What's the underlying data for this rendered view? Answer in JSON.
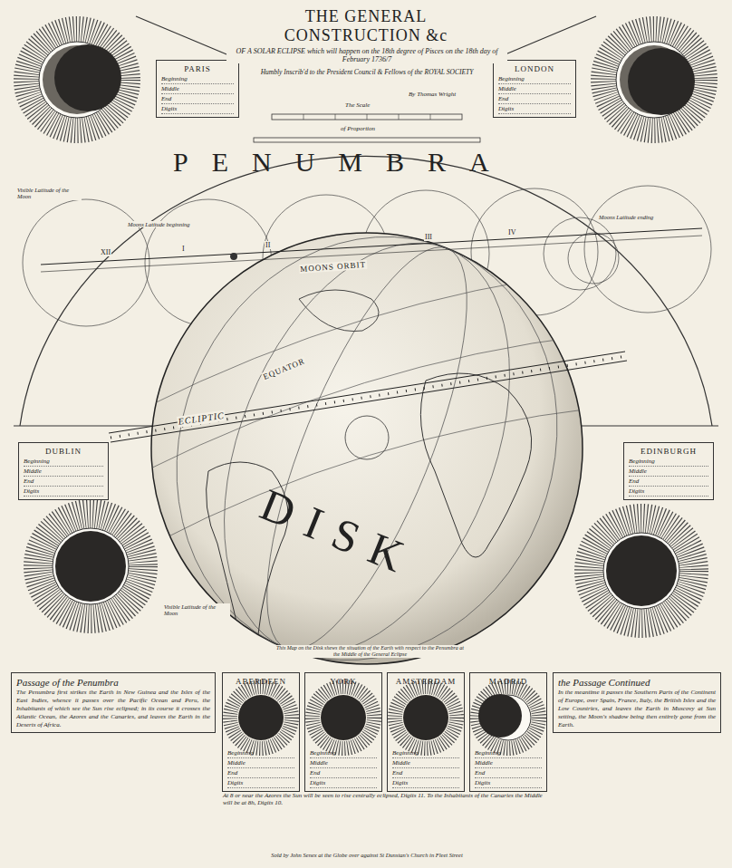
{
  "diagram": {
    "title": "THE GENERAL CONSTRUCTION &c",
    "nodes": [
      {
        "text": [
          "PARIS",
          "Beginning",
          "Middle",
          "End",
          "Digits"
        ]
      },
      {
        "text": [
          "LONDON",
          "Beginning",
          "Middle",
          "End",
          "Digits"
        ]
      },
      {
        "text": [
          "DUBLIN",
          "Beginning",
          "Middle",
          "End",
          "Digits"
        ]
      },
      {
        "text": [
          "EDINBURGH",
          "Beginning",
          "Middle",
          "End",
          "Digits"
        ]
      },
      {
        "text": [
          "Passage of the Penumbra",
          "The Penumbra first strikes the Earth in New Guinea and the Isles of the East Indies, whence it passes over the Pacific Ocean and Peru, the Inhabitants of which see the Sun rise eclipsed; in its course it crosses the Atlantic Ocean, the Azores and the Canaries, and leaves the Earth in the Deserts of Africa."
        ]
      },
      {
        "text": [
          "ABERDEEN",
          "Beginning",
          "Middle",
          "End",
          "Digits"
        ]
      },
      {
        "text": [
          "YORK",
          "Beginning",
          "Middle",
          "End",
          "Digits"
        ]
      },
      {
        "text": [
          "AMSTERDAM",
          "Beginning",
          "Middle",
          "End",
          "Digits"
        ]
      },
      {
        "text": [
          "MADRID",
          "Beginning",
          "Middle",
          "End",
          "Digits"
        ]
      },
      {
        "text": [
          "the Passage Continued",
          "In the meantime it passes the Southern Parts of the Continent of Europe, over Spain, France, Italy, the British Isles and the Low Countries, and leaves the Earth in Muscovy at Sun setting, the Moon's shadow being then entirely gone from the Earth."
        ]
      }
    ],
    "labels": [
      "OF A SOLAR ECLIPSE which will happen on the 18th degree of Pisces on the 18th day of February 1736/7",
      "Humbly Inscrib'd to the President Council & Fellows of the ROYAL SOCIETY",
      "By Thomas Wright",
      "The Scale",
      "of Proportion",
      "PENUMBRA",
      "Moons Latitude beginning",
      "XII",
      "I",
      "II",
      "III",
      "IV",
      "MOONS ORBIT",
      "Moons Latitude ending",
      "Visible Latitude of the Moon",
      "EQUATOR",
      "ECLIPTIC",
      "DISK",
      "Visible Latitude of the Moon",
      "This Map on the Disk shews the situation of the Earth with respect to the Penumbra at the Middle of the General Eclipse",
      "At 8 or near the Azores the Sun will be seen to rise centrally eclipsed, Digits 11. To the Inhabitants of the Canaries the Middle will be at 8h, Digits 10.",
      "Sold by John Senex at the Globe over against St Dunstan's Church in Fleet Street"
    ]
  }
}
